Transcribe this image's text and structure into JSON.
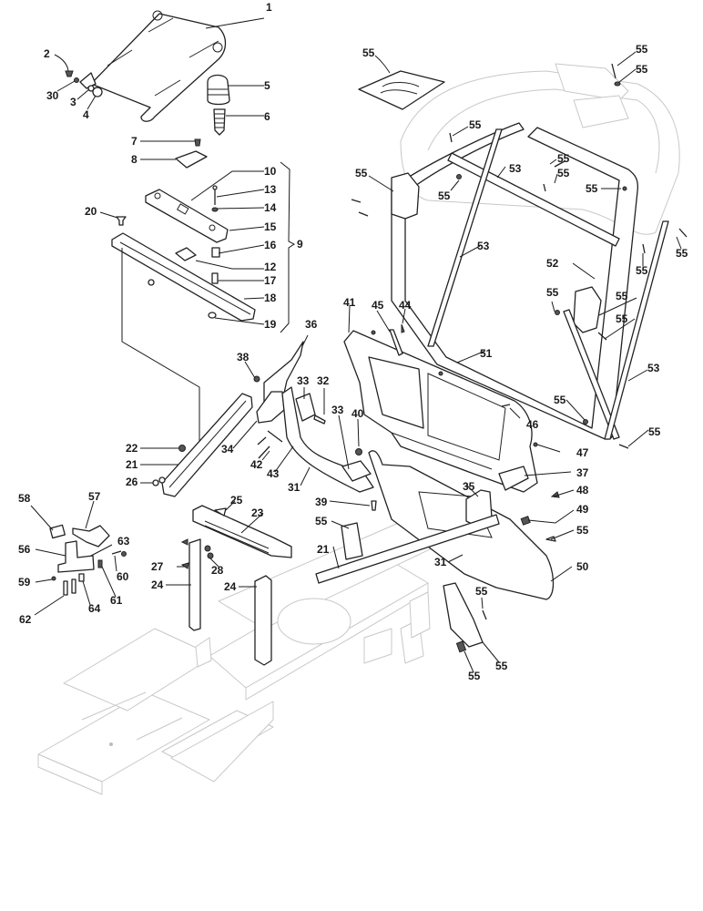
{
  "diagram": {
    "title": "Seat support, frame and roll-over protection exploded parts view",
    "callouts": [
      {
        "id": "c1",
        "label": "1",
        "part": "seat-pan"
      },
      {
        "id": "c2",
        "label": "2",
        "part": "knob"
      },
      {
        "id": "c30",
        "label": "30",
        "part": "washer"
      },
      {
        "id": "c3",
        "label": "3",
        "part": "nut"
      },
      {
        "id": "c4",
        "label": "4",
        "part": "cap"
      },
      {
        "id": "c5",
        "label": "5",
        "part": "bellows"
      },
      {
        "id": "c6",
        "label": "6",
        "part": "spring"
      },
      {
        "id": "c7",
        "label": "7",
        "part": "screw"
      },
      {
        "id": "c8",
        "label": "8",
        "part": "switch-cover"
      },
      {
        "id": "c10",
        "label": "10",
        "part": "screw"
      },
      {
        "id": "c13",
        "label": "13",
        "part": "bolt"
      },
      {
        "id": "c14",
        "label": "14",
        "part": "nut"
      },
      {
        "id": "c15",
        "label": "15",
        "part": "slide-plate"
      },
      {
        "id": "c16",
        "label": "16",
        "part": "spring"
      },
      {
        "id": "c12",
        "label": "12",
        "part": "latch"
      },
      {
        "id": "c17",
        "label": "17",
        "part": "pin"
      },
      {
        "id": "c18",
        "label": "18",
        "part": "rail"
      },
      {
        "id": "c19",
        "label": "19",
        "part": "bushing"
      },
      {
        "id": "c9",
        "label": "9",
        "part": "slide-assembly"
      },
      {
        "id": "c20",
        "label": "20",
        "part": "rivet"
      },
      {
        "id": "c22",
        "label": "22",
        "part": "nut"
      },
      {
        "id": "c21a",
        "label": "21",
        "part": "rail"
      },
      {
        "id": "c26",
        "label": "26",
        "part": "nut"
      },
      {
        "id": "c36",
        "label": "36",
        "part": "bracket"
      },
      {
        "id": "c38",
        "label": "38",
        "part": "nut"
      },
      {
        "id": "c33a",
        "label": "33",
        "part": "plate"
      },
      {
        "id": "c32",
        "label": "32",
        "part": "bolt"
      },
      {
        "id": "c34",
        "label": "34",
        "part": "bracket"
      },
      {
        "id": "c42",
        "label": "42",
        "part": "screw"
      },
      {
        "id": "c43",
        "label": "43",
        "part": "pin"
      },
      {
        "id": "c33b",
        "label": "33",
        "part": "plate"
      },
      {
        "id": "c40",
        "label": "40",
        "part": "nut"
      },
      {
        "id": "c31a",
        "label": "31",
        "part": "support-arm"
      },
      {
        "id": "c39",
        "label": "39",
        "part": "bolt"
      },
      {
        "id": "c41",
        "label": "41",
        "part": "rear-panel"
      },
      {
        "id": "c45",
        "label": "45",
        "part": "strap"
      },
      {
        "id": "c44",
        "label": "44",
        "part": "screw"
      },
      {
        "id": "c51",
        "label": "51",
        "part": "roll-bar"
      },
      {
        "id": "c46",
        "label": "46",
        "part": "screw"
      },
      {
        "id": "c47",
        "label": "47",
        "part": "screw"
      },
      {
        "id": "c37",
        "label": "37",
        "part": "bracket"
      },
      {
        "id": "c35",
        "label": "35",
        "part": "bracket"
      },
      {
        "id": "c48",
        "label": "48",
        "part": "screw"
      },
      {
        "id": "c49",
        "label": "49",
        "part": "nut"
      },
      {
        "id": "c50",
        "label": "50",
        "part": "cover-panel"
      },
      {
        "id": "c31b",
        "label": "31",
        "part": "support-arm"
      },
      {
        "id": "c21b",
        "label": "21",
        "part": "rail"
      },
      {
        "id": "c25",
        "label": "25",
        "part": "clip"
      },
      {
        "id": "c23",
        "label": "23",
        "part": "crossbar"
      },
      {
        "id": "c27",
        "label": "27",
        "part": "screw"
      },
      {
        "id": "c28",
        "label": "28",
        "part": "nut"
      },
      {
        "id": "c24a",
        "label": "24",
        "part": "post"
      },
      {
        "id": "c24b",
        "label": "24",
        "part": "post"
      },
      {
        "id": "c58",
        "label": "58",
        "part": "switch"
      },
      {
        "id": "c57",
        "label": "57",
        "part": "lever"
      },
      {
        "id": "c56",
        "label": "56",
        "part": "bracket"
      },
      {
        "id": "c63",
        "label": "63",
        "part": "nut"
      },
      {
        "id": "c60",
        "label": "60",
        "part": "pin"
      },
      {
        "id": "c59",
        "label": "59",
        "part": "washer"
      },
      {
        "id": "c61",
        "label": "61",
        "part": "spring"
      },
      {
        "id": "c64",
        "label": "64",
        "part": "bushing"
      },
      {
        "id": "c62",
        "label": "62",
        "part": "bolt"
      },
      {
        "id": "c52",
        "label": "52",
        "part": "roll-bar"
      },
      {
        "id": "c53a",
        "label": "53",
        "part": "strut"
      },
      {
        "id": "c53b",
        "label": "53",
        "part": "strut"
      },
      {
        "id": "c53c",
        "label": "53",
        "part": "strut"
      },
      {
        "id": "c55_1",
        "label": "55",
        "part": "hardware-kit"
      },
      {
        "id": "c55_2",
        "label": "55",
        "part": "hardware"
      },
      {
        "id": "c55_3",
        "label": "55",
        "part": "hardware"
      },
      {
        "id": "c55_4",
        "label": "55",
        "part": "hardware"
      },
      {
        "id": "c55_5",
        "label": "55",
        "part": "hardware"
      },
      {
        "id": "c55_6",
        "label": "55",
        "part": "hardware"
      },
      {
        "id": "c55_7",
        "label": "55",
        "part": "hardware"
      },
      {
        "id": "c55_8",
        "label": "55",
        "part": "hardware"
      },
      {
        "id": "c55_9",
        "label": "55",
        "part": "hardware"
      },
      {
        "id": "c55_10",
        "label": "55",
        "part": "hardware"
      },
      {
        "id": "c55_11",
        "label": "55",
        "part": "hardware"
      },
      {
        "id": "c55_12",
        "label": "55",
        "part": "hardware"
      },
      {
        "id": "c55_13",
        "label": "55",
        "part": "hardware"
      },
      {
        "id": "c55_14",
        "label": "55",
        "part": "hardware"
      },
      {
        "id": "c55_15",
        "label": "55",
        "part": "hardware"
      },
      {
        "id": "c55_16",
        "label": "55",
        "part": "hardware"
      },
      {
        "id": "c55_17",
        "label": "55",
        "part": "hardware"
      },
      {
        "id": "c55_18",
        "label": "55",
        "part": "hardware"
      },
      {
        "id": "c55_19",
        "label": "55",
        "part": "hardware"
      },
      {
        "id": "c55_20",
        "label": "55",
        "part": "hardware"
      },
      {
        "id": "c55_21",
        "label": "55",
        "part": "hardware"
      }
    ]
  }
}
